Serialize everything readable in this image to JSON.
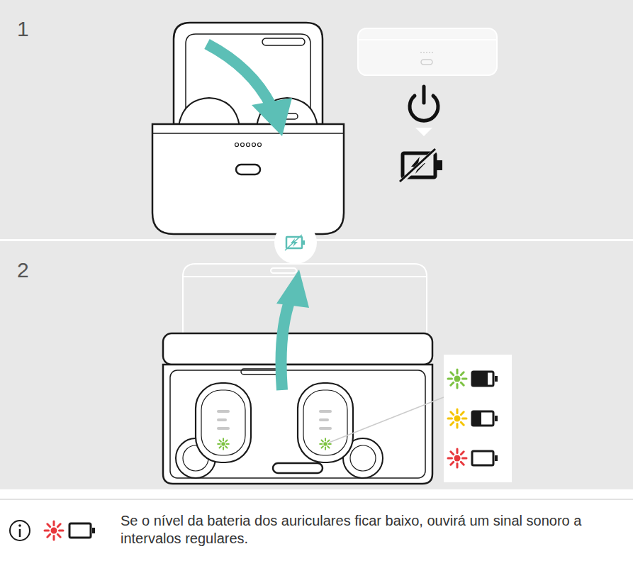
{
  "diagram": {
    "nodes": [
      {
        "text": [
          "1"
        ]
      },
      {
        "text": [
          "2"
        ]
      }
    ],
    "labels": [
      "Se o nível da bateria dos auriculares ficar baixo, ouvirá um sinal sonoro a intervalos regulares."
    ]
  }
}
